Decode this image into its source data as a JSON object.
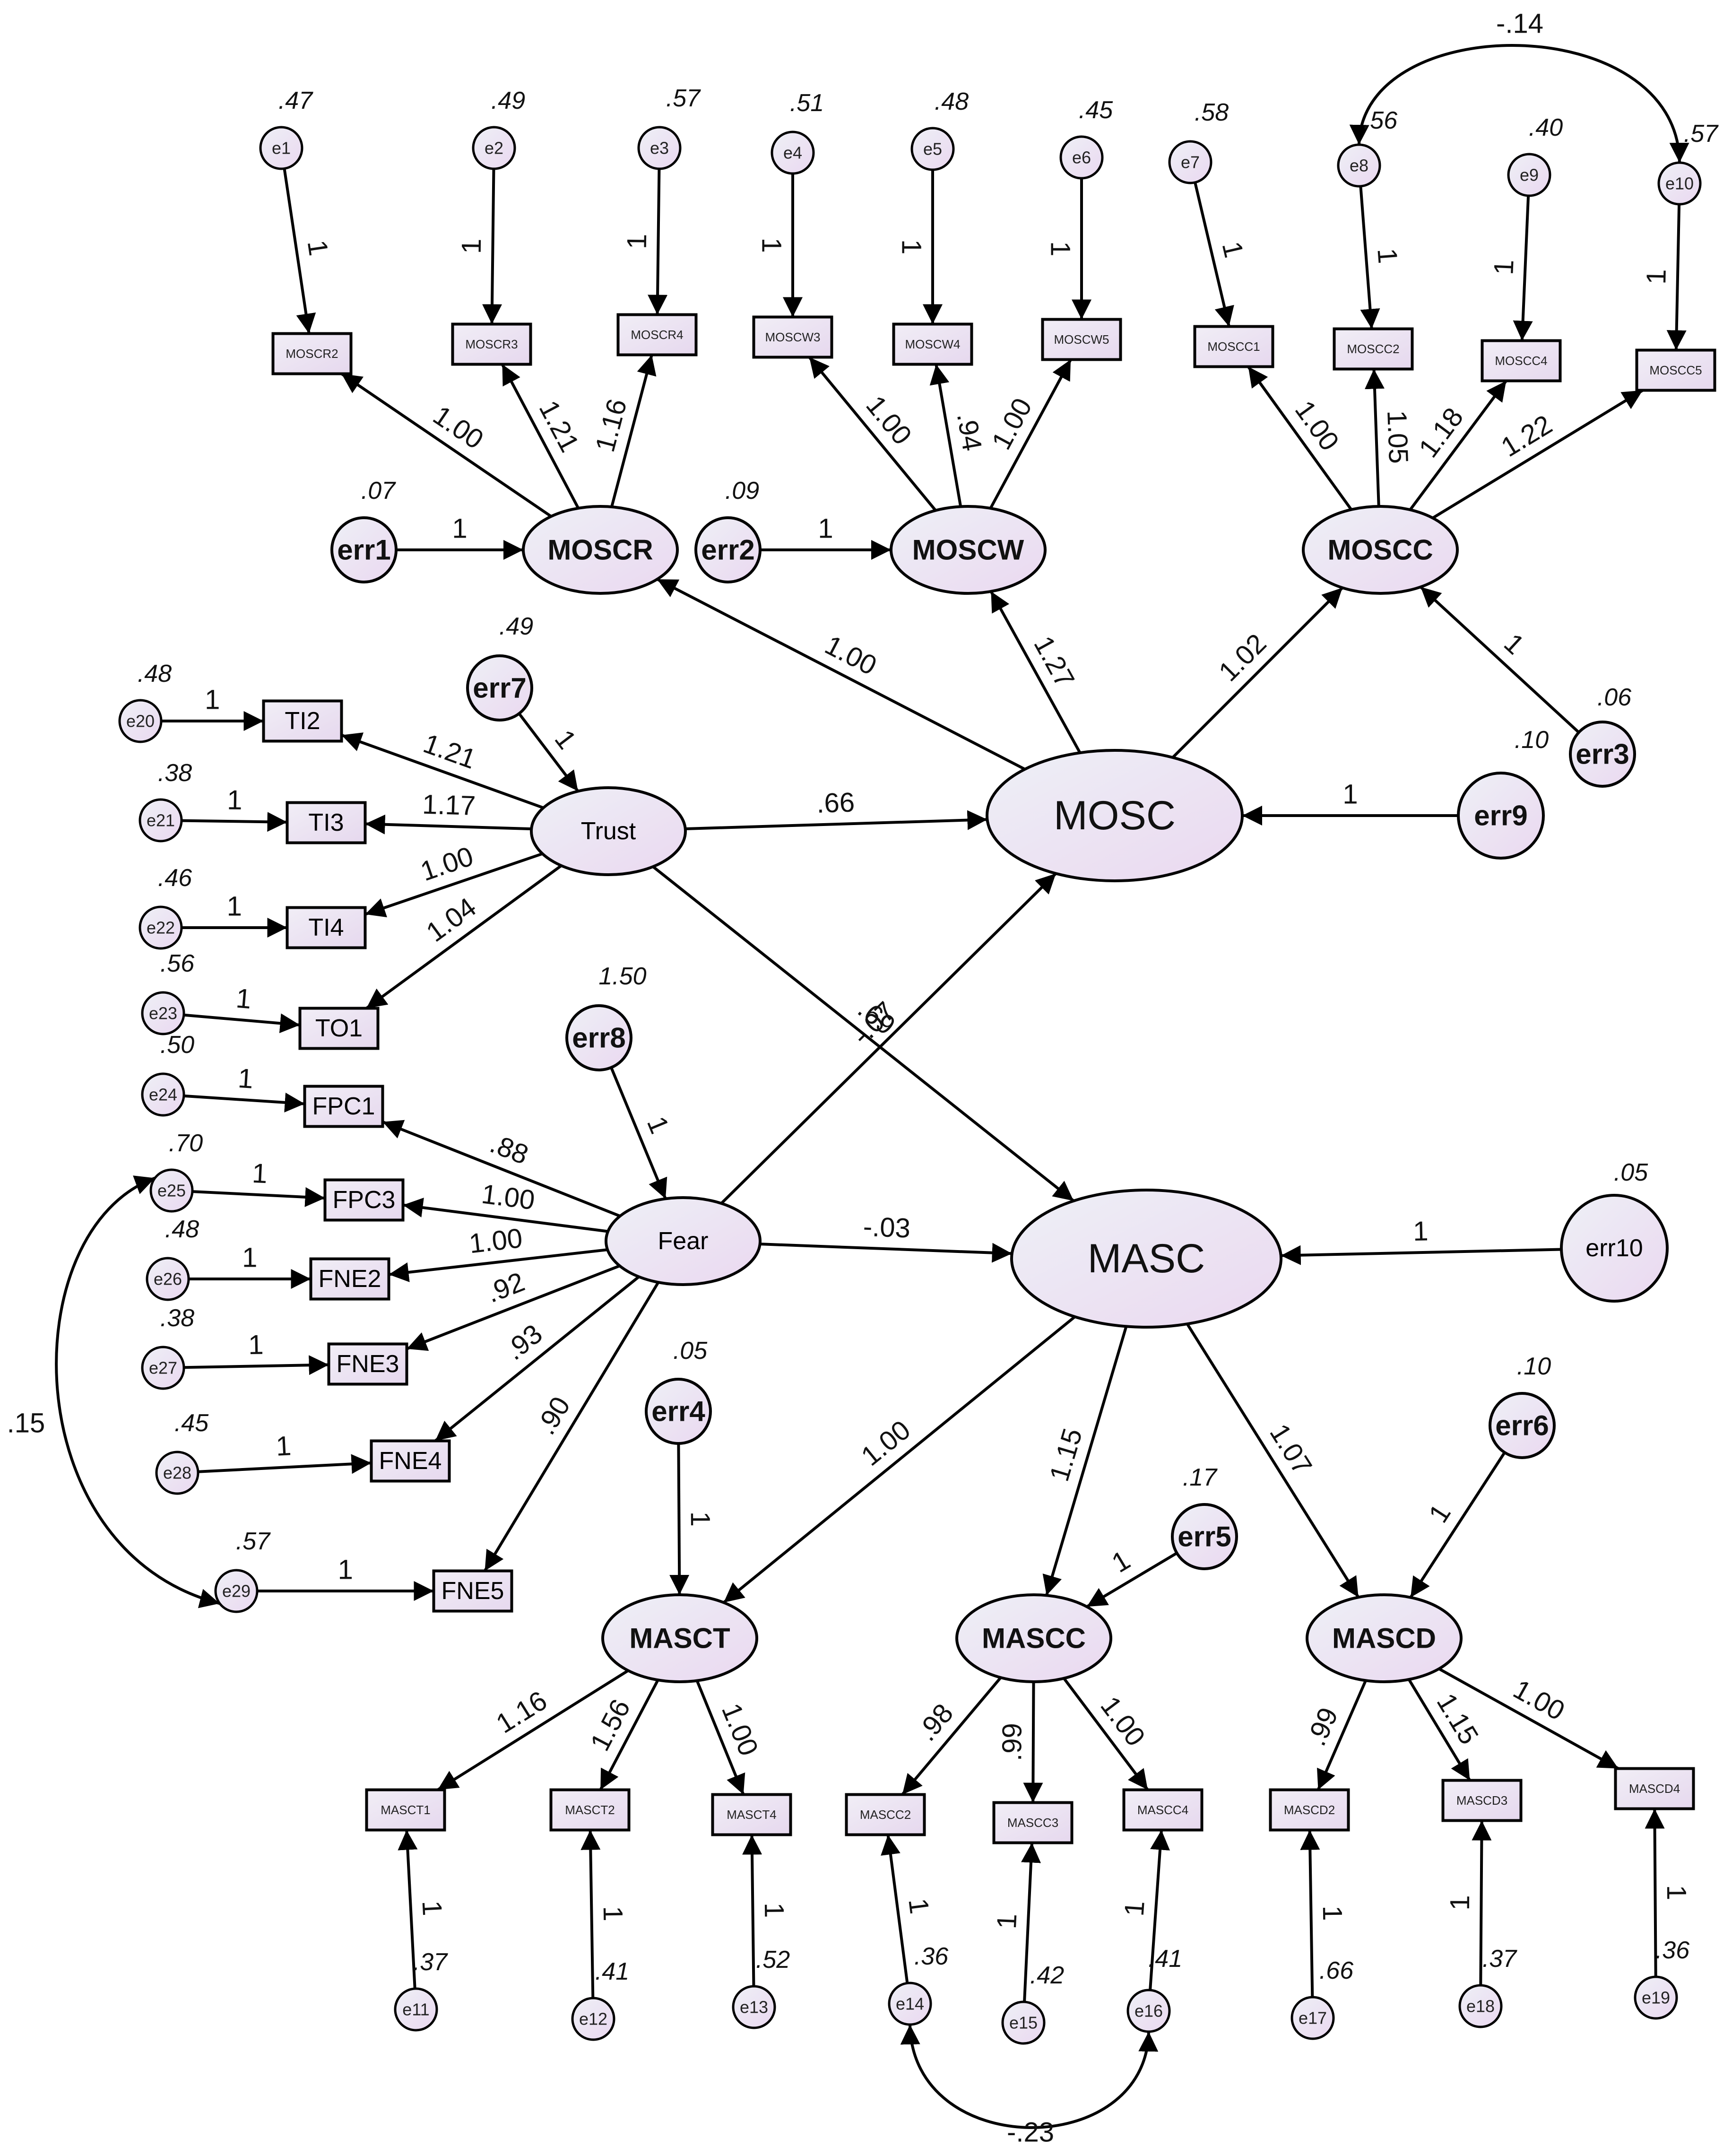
{
  "latents": [
    {
      "id": "MOSCR",
      "label": "MOSCR",
      "variance": ""
    },
    {
      "id": "MOSCW",
      "label": "MOSCW",
      "variance": ""
    },
    {
      "id": "MOSCC",
      "label": "MOSCC",
      "variance": ""
    },
    {
      "id": "MOSC",
      "label": "MOSC",
      "variance": ""
    },
    {
      "id": "Trust",
      "label": "Trust",
      "variance": ""
    },
    {
      "id": "Fear",
      "label": "Fear",
      "variance": ""
    },
    {
      "id": "MASC",
      "label": "MASC",
      "variance": ""
    },
    {
      "id": "MASCT",
      "label": "MASCT",
      "variance": ""
    },
    {
      "id": "MASCC",
      "label": "MASCC",
      "variance": ""
    },
    {
      "id": "MASCD",
      "label": "MASCD",
      "variance": ""
    }
  ],
  "structural_errors": [
    {
      "id": "err1",
      "label": "err1",
      "variance": ".07"
    },
    {
      "id": "err2",
      "label": "err2",
      "variance": ".09"
    },
    {
      "id": "err3",
      "label": "err3",
      "variance": ".06"
    },
    {
      "id": "err4",
      "label": "err4",
      "variance": ".05"
    },
    {
      "id": "err5",
      "label": "err5",
      "variance": ".17"
    },
    {
      "id": "err6",
      "label": "err6",
      "variance": ".10"
    },
    {
      "id": "err7",
      "label": "err7",
      "variance": ".49"
    },
    {
      "id": "err8",
      "label": "err8",
      "variance": "1.50"
    },
    {
      "id": "err9",
      "label": "err9",
      "variance": ".10"
    },
    {
      "id": "err10",
      "label": "err10",
      "variance": ".05"
    }
  ],
  "observed": [
    {
      "id": "MOSCR2",
      "label": "MOSCR2"
    },
    {
      "id": "MOSCR3",
      "label": "MOSCR3"
    },
    {
      "id": "MOSCR4",
      "label": "MOSCR4"
    },
    {
      "id": "MOSCW3",
      "label": "MOSCW3"
    },
    {
      "id": "MOSCW4",
      "label": "MOSCW4"
    },
    {
      "id": "MOSCW5",
      "label": "MOSCW5"
    },
    {
      "id": "MOSCC1",
      "label": "MOSCC1"
    },
    {
      "id": "MOSCC2",
      "label": "MOSCC2"
    },
    {
      "id": "MOSCC4",
      "label": "MOSCC4"
    },
    {
      "id": "MOSCC5",
      "label": "MOSCC5"
    },
    {
      "id": "TI2",
      "label": "TI2"
    },
    {
      "id": "TI3",
      "label": "TI3"
    },
    {
      "id": "TI4",
      "label": "TI4"
    },
    {
      "id": "TO1",
      "label": "TO1"
    },
    {
      "id": "FPC1",
      "label": "FPC1"
    },
    {
      "id": "FPC3",
      "label": "FPC3"
    },
    {
      "id": "FNE2",
      "label": "FNE2"
    },
    {
      "id": "FNE3",
      "label": "FNE3"
    },
    {
      "id": "FNE4",
      "label": "FNE4"
    },
    {
      "id": "FNE5",
      "label": "FNE5"
    },
    {
      "id": "MASCT1",
      "label": "MASCT1"
    },
    {
      "id": "MASCT2",
      "label": "MASCT2"
    },
    {
      "id": "MASCT4",
      "label": "MASCT4"
    },
    {
      "id": "MASCC2",
      "label": "MASCC2"
    },
    {
      "id": "MASCC3",
      "label": "MASCC3"
    },
    {
      "id": "MASCC4",
      "label": "MASCC4"
    },
    {
      "id": "MASCD2",
      "label": "MASCD2"
    },
    {
      "id": "MASCD3",
      "label": "MASCD3"
    },
    {
      "id": "MASCD4",
      "label": "MASCD4"
    }
  ],
  "measurement_errors": [
    {
      "id": "e1",
      "label": "e1",
      "variance": ".47"
    },
    {
      "id": "e2",
      "label": "e2",
      "variance": ".49"
    },
    {
      "id": "e3",
      "label": "e3",
      "variance": ".57"
    },
    {
      "id": "e4",
      "label": "e4",
      "variance": ".51"
    },
    {
      "id": "e5",
      "label": "e5",
      "variance": ".48"
    },
    {
      "id": "e6",
      "label": "e6",
      "variance": ".45"
    },
    {
      "id": "e7",
      "label": "e7",
      "variance": ".58"
    },
    {
      "id": "e8",
      "label": "e8",
      "variance": ".56"
    },
    {
      "id": "e9",
      "label": "e9",
      "variance": ".40"
    },
    {
      "id": "e10",
      "label": "e10",
      "variance": ".57"
    },
    {
      "id": "e11",
      "label": "e11",
      "variance": ".37"
    },
    {
      "id": "e12",
      "label": "e12",
      "variance": ".41"
    },
    {
      "id": "e13",
      "label": "e13",
      "variance": ".52"
    },
    {
      "id": "e14",
      "label": "e14",
      "variance": ".36"
    },
    {
      "id": "e15",
      "label": "e15",
      "variance": ".42"
    },
    {
      "id": "e16",
      "label": "e16",
      "variance": ".41"
    },
    {
      "id": "e17",
      "label": "e17",
      "variance": ".66"
    },
    {
      "id": "e18",
      "label": "e18",
      "variance": ".37"
    },
    {
      "id": "e19",
      "label": "e19",
      "variance": ".36"
    },
    {
      "id": "e20",
      "label": "e20",
      "variance": ".48"
    },
    {
      "id": "e21",
      "label": "e21",
      "variance": ".38"
    },
    {
      "id": "e22",
      "label": "e22",
      "variance": ".46"
    },
    {
      "id": "e23",
      "label": "e23",
      "variance": ".56"
    },
    {
      "id": "e24",
      "label": "e24",
      "variance": ".50"
    },
    {
      "id": "e25",
      "label": "e25",
      "variance": ".70"
    },
    {
      "id": "e26",
      "label": "e26",
      "variance": ".48"
    },
    {
      "id": "e27",
      "label": "e27",
      "variance": ".38"
    },
    {
      "id": "e28",
      "label": "e28",
      "variance": ".45"
    },
    {
      "id": "e29",
      "label": "e29",
      "variance": ".57"
    }
  ],
  "paths": [
    {
      "from": "e1",
      "to": "MOSCR2",
      "label": "1"
    },
    {
      "from": "e2",
      "to": "MOSCR3",
      "label": "1"
    },
    {
      "from": "e3",
      "to": "MOSCR4",
      "label": "1"
    },
    {
      "from": "e4",
      "to": "MOSCW3",
      "label": "1"
    },
    {
      "from": "e5",
      "to": "MOSCW4",
      "label": "1"
    },
    {
      "from": "e6",
      "to": "MOSCW5",
      "label": "1"
    },
    {
      "from": "e7",
      "to": "MOSCC1",
      "label": "1"
    },
    {
      "from": "e8",
      "to": "MOSCC2",
      "label": "1"
    },
    {
      "from": "e9",
      "to": "MOSCC4",
      "label": "1"
    },
    {
      "from": "e10",
      "to": "MOSCC5",
      "label": "1"
    },
    {
      "from": "MOSCR",
      "to": "MOSCR2",
      "label": "1.00"
    },
    {
      "from": "MOSCR",
      "to": "MOSCR3",
      "label": "1.21"
    },
    {
      "from": "MOSCR",
      "to": "MOSCR4",
      "label": "1.16"
    },
    {
      "from": "MOSCW",
      "to": "MOSCW3",
      "label": "1.00"
    },
    {
      "from": "MOSCW",
      "to": "MOSCW4",
      "label": ".94"
    },
    {
      "from": "MOSCW",
      "to": "MOSCW5",
      "label": "1.00"
    },
    {
      "from": "MOSCC",
      "to": "MOSCC1",
      "label": "1.00"
    },
    {
      "from": "MOSCC",
      "to": "MOSCC2",
      "label": "1.05"
    },
    {
      "from": "MOSCC",
      "to": "MOSCC4",
      "label": "1.18"
    },
    {
      "from": "MOSCC",
      "to": "MOSCC5",
      "label": "1.22"
    },
    {
      "from": "err1",
      "to": "MOSCR",
      "label": "1"
    },
    {
      "from": "err2",
      "to": "MOSCW",
      "label": "1"
    },
    {
      "from": "err3",
      "to": "MOSCC",
      "label": "1"
    },
    {
      "from": "MOSC",
      "to": "MOSCR",
      "label": "1.00"
    },
    {
      "from": "MOSC",
      "to": "MOSCW",
      "label": "1.27"
    },
    {
      "from": "MOSC",
      "to": "MOSCC",
      "label": "1.02"
    },
    {
      "from": "err9",
      "to": "MOSC",
      "label": "1"
    },
    {
      "from": "err7",
      "to": "Trust",
      "label": "1"
    },
    {
      "from": "Trust",
      "to": "TI2",
      "label": "1.21"
    },
    {
      "from": "Trust",
      "to": "TI3",
      "label": "1.17"
    },
    {
      "from": "Trust",
      "to": "TI4",
      "label": "1.00"
    },
    {
      "from": "Trust",
      "to": "TO1",
      "label": "1.04"
    },
    {
      "from": "e20",
      "to": "TI2",
      "label": "1"
    },
    {
      "from": "e21",
      "to": "TI3",
      "label": "1"
    },
    {
      "from": "e22",
      "to": "TI4",
      "label": "1"
    },
    {
      "from": "e23",
      "to": "TO1",
      "label": "1"
    },
    {
      "from": "Trust",
      "to": "MOSC",
      "label": ".66"
    },
    {
      "from": "Trust",
      "to": "MASC",
      "label": ".69"
    },
    {
      "from": "Fear",
      "to": "MOSC",
      "label": "-.07"
    },
    {
      "from": "Fear",
      "to": "MASC",
      "label": "-.03"
    },
    {
      "from": "err8",
      "to": "Fear",
      "label": "1"
    },
    {
      "from": "Fear",
      "to": "FPC1",
      "label": ".88"
    },
    {
      "from": "Fear",
      "to": "FPC3",
      "label": "1.00"
    },
    {
      "from": "Fear",
      "to": "FNE2",
      "label": "1.00"
    },
    {
      "from": "Fear",
      "to": "FNE3",
      "label": ".92"
    },
    {
      "from": "Fear",
      "to": "FNE4",
      "label": ".93"
    },
    {
      "from": "Fear",
      "to": "FNE5",
      "label": ".90"
    },
    {
      "from": "e24",
      "to": "FPC1",
      "label": "1"
    },
    {
      "from": "e25",
      "to": "FPC3",
      "label": "1"
    },
    {
      "from": "e26",
      "to": "FNE2",
      "label": "1"
    },
    {
      "from": "e27",
      "to": "FNE3",
      "label": "1"
    },
    {
      "from": "e28",
      "to": "FNE4",
      "label": "1"
    },
    {
      "from": "e29",
      "to": "FNE5",
      "label": "1"
    },
    {
      "from": "err10",
      "to": "MASC",
      "label": "1"
    },
    {
      "from": "MASC",
      "to": "MASCT",
      "label": "1.00"
    },
    {
      "from": "MASC",
      "to": "MASCC",
      "label": "1.15"
    },
    {
      "from": "MASC",
      "to": "MASCD",
      "label": "1.07"
    },
    {
      "from": "err4",
      "to": "MASCT",
      "label": "1"
    },
    {
      "from": "err5",
      "to": "MASCC",
      "label": "1"
    },
    {
      "from": "err6",
      "to": "MASCD",
      "label": "1"
    },
    {
      "from": "MASCT",
      "to": "MASCT1",
      "label": "1.16"
    },
    {
      "from": "MASCT",
      "to": "MASCT2",
      "label": "1.56"
    },
    {
      "from": "MASCT",
      "to": "MASCT4",
      "label": "1.00"
    },
    {
      "from": "MASCC",
      "to": "MASCC2",
      "label": ".98"
    },
    {
      "from": "MASCC",
      "to": "MASCC3",
      "label": ".99"
    },
    {
      "from": "MASCC",
      "to": "MASCC4",
      "label": "1.00"
    },
    {
      "from": "MASCD",
      "to": "MASCD2",
      "label": ".99"
    },
    {
      "from": "MASCD",
      "to": "MASCD3",
      "label": "1.15"
    },
    {
      "from": "MASCD",
      "to": "MASCD4",
      "label": "1.00"
    },
    {
      "from": "e11",
      "to": "MASCT1",
      "label": "1"
    },
    {
      "from": "e12",
      "to": "MASCT2",
      "label": "1"
    },
    {
      "from": "e13",
      "to": "MASCT4",
      "label": "1"
    },
    {
      "from": "e14",
      "to": "MASCC2",
      "label": "1"
    },
    {
      "from": "e15",
      "to": "MASCC3",
      "label": "1"
    },
    {
      "from": "e16",
      "to": "MASCC4",
      "label": "1"
    },
    {
      "from": "e17",
      "to": "MASCD2",
      "label": "1"
    },
    {
      "from": "e18",
      "to": "MASCD3",
      "label": "1"
    },
    {
      "from": "e19",
      "to": "MASCD4",
      "label": "1"
    }
  ],
  "covariances": [
    {
      "a": "e8",
      "b": "e10",
      "label": "-.14"
    },
    {
      "a": "e25",
      "b": "e29",
      "label": ".15"
    },
    {
      "a": "e14",
      "b": "e16",
      "label": "-.23"
    }
  ]
}
